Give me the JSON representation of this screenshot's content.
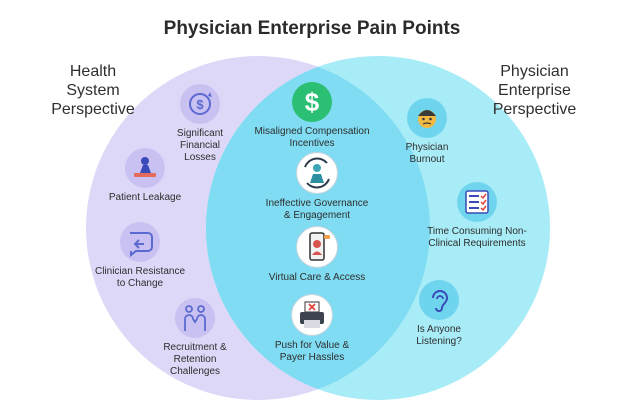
{
  "title": "Physician Enterprise Pain Points",
  "left_heading": "Health\nSystem\nPerspective",
  "right_heading": "Physician\nEnterprise\nPerspective",
  "colors": {
    "left_circle": "#ddd8f7",
    "right_circle": "#a8ecf7",
    "overlap": "#7fdcf2",
    "icon_purple": "#c9c1f2",
    "icon_cyan": "#6fd5ee",
    "icon_green": "#2bbf74"
  },
  "left_items": [
    {
      "label": "Significant\nFinancial\nLosses",
      "icon": "dollar-refresh-icon"
    },
    {
      "label": "Patient Leakage",
      "icon": "leaving-person-icon"
    },
    {
      "label": "Clinician Resistance\nto Change",
      "icon": "undo-arrow-icon"
    },
    {
      "label": "Recruitment &\nRetention\nChallenges",
      "icon": "two-people-icon"
    }
  ],
  "center_items": [
    {
      "label": "Misaligned Compensation\nIncentives",
      "icon": "dollar-icon"
    },
    {
      "label": "Ineffective Governance\n& Engagement",
      "icon": "person-cycle-icon"
    },
    {
      "label": "Virtual Care & Access",
      "icon": "smartphone-doctor-icon"
    },
    {
      "label": "Push for Value &\nPayer Hassles",
      "icon": "printer-icon"
    }
  ],
  "right_items": [
    {
      "label": "Physician\nBurnout",
      "icon": "stressed-face-icon"
    },
    {
      "label": "Time Consuming Non-\nClinical Requirements",
      "icon": "checklist-icon"
    },
    {
      "label": "Is Anyone\nListening?",
      "icon": "ear-icon"
    }
  ]
}
